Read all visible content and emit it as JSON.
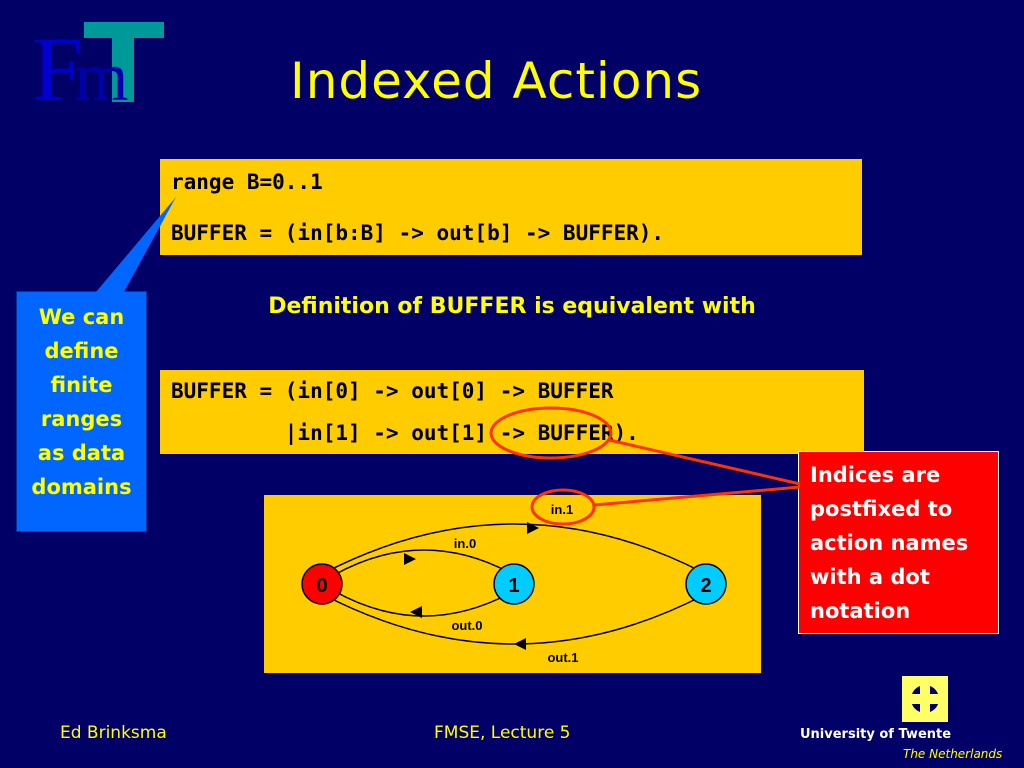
{
  "slide": {
    "title": "Indexed Actions",
    "code_block_1": {
      "line1": "range B=0..1",
      "line2": "BUFFER = (in[b:B] -> out[b] -> BUFFER)."
    },
    "equivalence_text": "Definition of BUFFER is equivalent with",
    "code_block_2": {
      "line1": "BUFFER = (in[0] -> out[0] -> BUFFER",
      "line2": "         |in[1] -> out[1] -> BUFFER)."
    },
    "callout_left": {
      "lines": [
        "We can",
        "define",
        "finite",
        "ranges",
        "as data",
        "domains"
      ]
    },
    "callout_right": {
      "lines": [
        "Indices are",
        "postfixed to",
        "action names",
        "with a dot",
        "notation"
      ]
    }
  },
  "diagram": {
    "states": [
      {
        "label": "0",
        "color": "#ff0000"
      },
      {
        "label": "1",
        "color": "#00ccff"
      },
      {
        "label": "2",
        "color": "#00ccff"
      }
    ],
    "transitions": {
      "in0": "in.0",
      "out0": "out.0",
      "in1": "in.1",
      "out1": "out.1"
    }
  },
  "footer": {
    "author": "Ed Brinksma",
    "course": "FMSE, Lecture 5",
    "university": "University of Twente",
    "country": "The Netherlands"
  },
  "colors": {
    "background": "#000066",
    "accent_yellow": "#ffff00",
    "box_orange": "#ffcc00",
    "callout_blue": "#0066ff",
    "callout_red": "#ff0000"
  }
}
